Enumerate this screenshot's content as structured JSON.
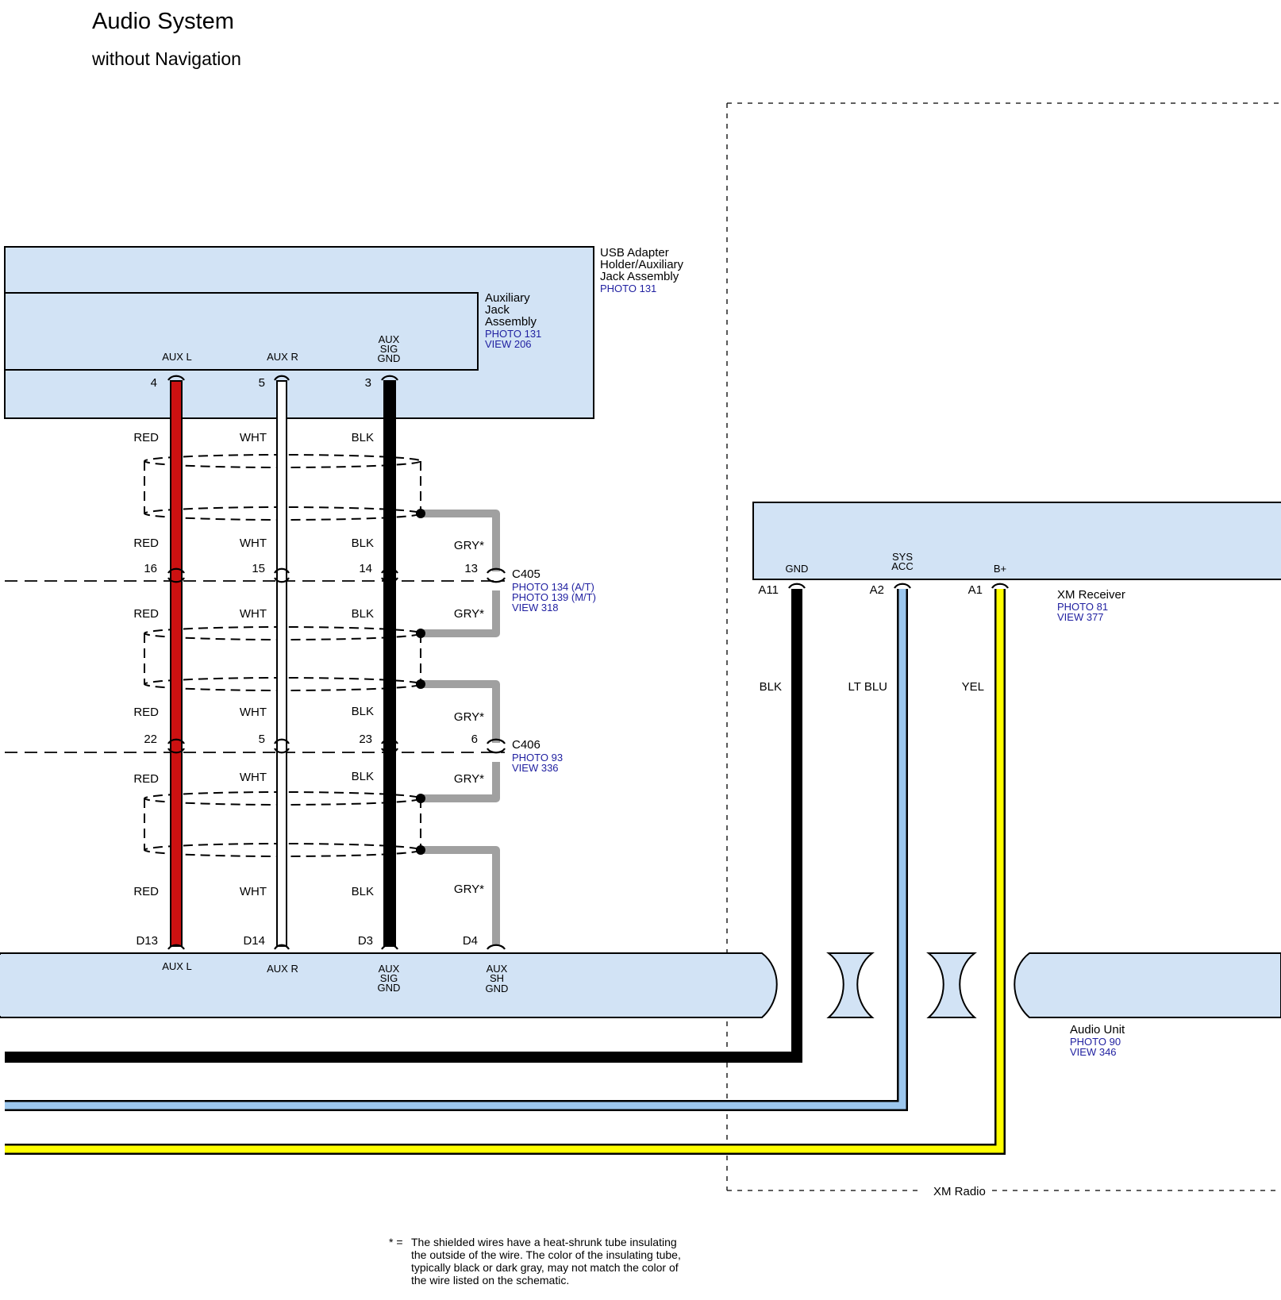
{
  "title": "Audio System",
  "subtitle": "without Navigation",
  "colors": {
    "box_fill": "#d2e3f5",
    "red": "#cc1111",
    "white": "#ffffff",
    "black": "#000000",
    "gray": "#a0a0a0",
    "lt_blue": "#9cc7ee",
    "yellow": "#ffff00"
  },
  "usb_holder": {
    "name": [
      "USB Adapter",
      "Holder/Auxiliary",
      "Jack Assembly"
    ],
    "photo": "PHOTO 131"
  },
  "aux_jack": {
    "name": [
      "Auxiliary",
      "Jack",
      "Assembly"
    ],
    "photo": "PHOTO 131",
    "view": "VIEW 206",
    "pins": [
      {
        "label": [
          "AUX L"
        ],
        "num": "4"
      },
      {
        "label": [
          "AUX R"
        ],
        "num": "5"
      },
      {
        "label": [
          "AUX",
          "SIG",
          "GND"
        ],
        "num": "3"
      }
    ]
  },
  "wire_colors": {
    "red": "RED",
    "white": "WHT",
    "black": "BLK",
    "gray": "GRY*"
  },
  "c405": {
    "name": "C405",
    "photos": [
      "PHOTO 134 (A/T)",
      "PHOTO 139 (M/T)"
    ],
    "view": "VIEW 318",
    "pins": [
      "16",
      "15",
      "14",
      "13"
    ]
  },
  "c406": {
    "name": "C406",
    "photo": "PHOTO 93",
    "view": "VIEW 336",
    "pins": [
      "22",
      "5",
      "23",
      "6"
    ]
  },
  "audio_unit": {
    "name": "Audio Unit",
    "photo": "PHOTO 90",
    "view": "VIEW 346",
    "pins": [
      {
        "num": "D13",
        "label": [
          "AUX L"
        ]
      },
      {
        "num": "D14",
        "label": [
          "AUX R"
        ]
      },
      {
        "num": "D3",
        "label": [
          "AUX",
          "SIG",
          "GND"
        ]
      },
      {
        "num": "D4",
        "label": [
          "AUX",
          "SH",
          "GND"
        ]
      }
    ]
  },
  "xm_receiver": {
    "name": "XM Receiver",
    "photo": "PHOTO 81",
    "view": "VIEW 377",
    "pins": [
      {
        "label": [
          "GND"
        ],
        "num": "A11",
        "wire": "BLK"
      },
      {
        "label": [
          "SYS",
          "ACC"
        ],
        "num": "A2",
        "wire": "LT BLU"
      },
      {
        "label": [
          "B+"
        ],
        "num": "A1",
        "wire": "YEL"
      }
    ]
  },
  "xm_radio_label": "XM Radio",
  "footnote": {
    "marker": "* =",
    "lines": [
      "The shielded wires have a heat-shrunk tube insulating",
      "the outside of the wire. The color of the insulating tube,",
      "typically black or dark gray, may not match the color of",
      "the wire listed on the schematic."
    ]
  }
}
